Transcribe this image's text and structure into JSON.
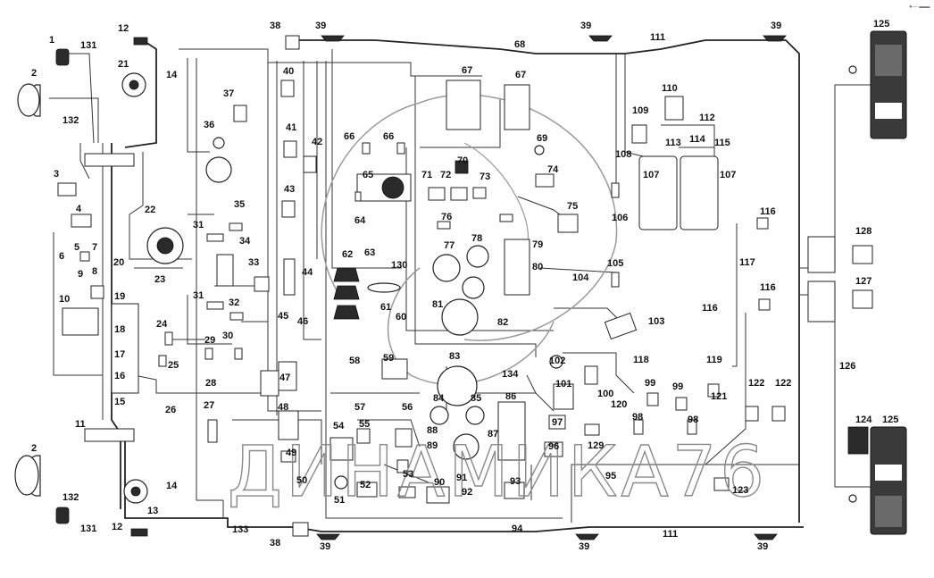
{
  "watermark": "ДИНАМИКА76",
  "corner_mark": "●— ▬▬",
  "callouts": [
    "1",
    "2",
    "3",
    "4",
    "5",
    "6",
    "7",
    "8",
    "9",
    "10",
    "11",
    "12",
    "13",
    "14",
    "15",
    "16",
    "17",
    "18",
    "19",
    "20",
    "21",
    "22",
    "23",
    "24",
    "25",
    "26",
    "27",
    "28",
    "29",
    "30",
    "31",
    "32",
    "33",
    "34",
    "35",
    "36",
    "37",
    "38",
    "39",
    "40",
    "41",
    "42",
    "43",
    "44",
    "45",
    "46",
    "47",
    "48",
    "49",
    "50",
    "51",
    "52",
    "53",
    "54",
    "55",
    "56",
    "57",
    "58",
    "59",
    "60",
    "61",
    "62",
    "63",
    "64",
    "65",
    "66",
    "67",
    "68",
    "69",
    "70",
    "71",
    "72",
    "73",
    "74",
    "75",
    "76",
    "77",
    "78",
    "79",
    "80",
    "81",
    "82",
    "83",
    "84",
    "85",
    "86",
    "87",
    "88",
    "89",
    "90",
    "91",
    "92",
    "93",
    "94",
    "95",
    "96",
    "97",
    "98",
    "99",
    "100",
    "101",
    "102",
    "103",
    "104",
    "105",
    "106",
    "107",
    "108",
    "109",
    "110",
    "111",
    "112",
    "113",
    "114",
    "115",
    "116",
    "117",
    "118",
    "119",
    "120",
    "121",
    "122",
    "123",
    "124",
    "125",
    "126",
    "127",
    "128",
    "129",
    "130",
    "131",
    "132",
    "133",
    "134"
  ],
  "colors": {
    "line": "#333333",
    "ink": "#111111",
    "watermark": "#8a8a8a",
    "background": "#ffffff"
  }
}
